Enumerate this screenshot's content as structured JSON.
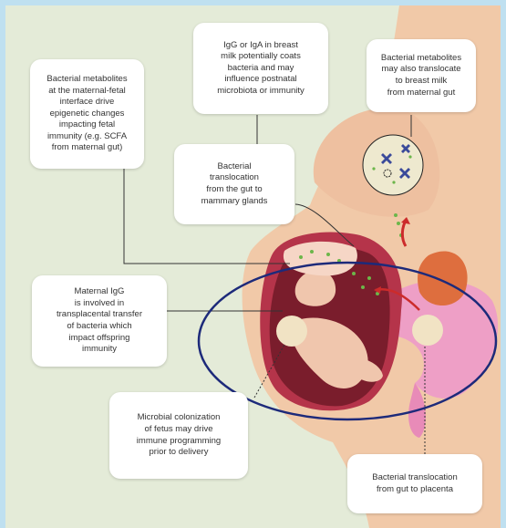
{
  "callouts": {
    "epigenetic": "Bacterial metabolites\nat the maternal-fetal\ninterface drive\nepigenetic changes\nimpacting fetal\nimmunity (e.g. SCFA\nfrom maternal gut)",
    "igg_iga": "IgG or IgA in breast\nmilk potentially coats\nbacteria and may\ninfluence postnatal\nmicrobiota or immunity",
    "breast_milk": "Bacterial metabolites\nmay also translocate\nto breast milk\nfrom maternal gut",
    "mammary": "Bacterial\ntranslocation\nfrom the gut to\nmammary glands",
    "maternal_igg": "Maternal IgG\nis involved in\ntransplacental transfer\nof bacteria which\nimpact offspring\nimmunity",
    "colonization": "Microbial colonization\nof fetus may drive\nimmune programming\nprior to delivery",
    "placenta": "Bacterial translocation\nfrom gut to placenta"
  },
  "colors": {
    "background": "#e4ebd8",
    "skin": "#f1c9a8",
    "uterus": "#b5344a",
    "gut": "#ee9fc6",
    "highlight_ellipse": "#1d2a7a",
    "arrow": "#cc2b2b"
  }
}
